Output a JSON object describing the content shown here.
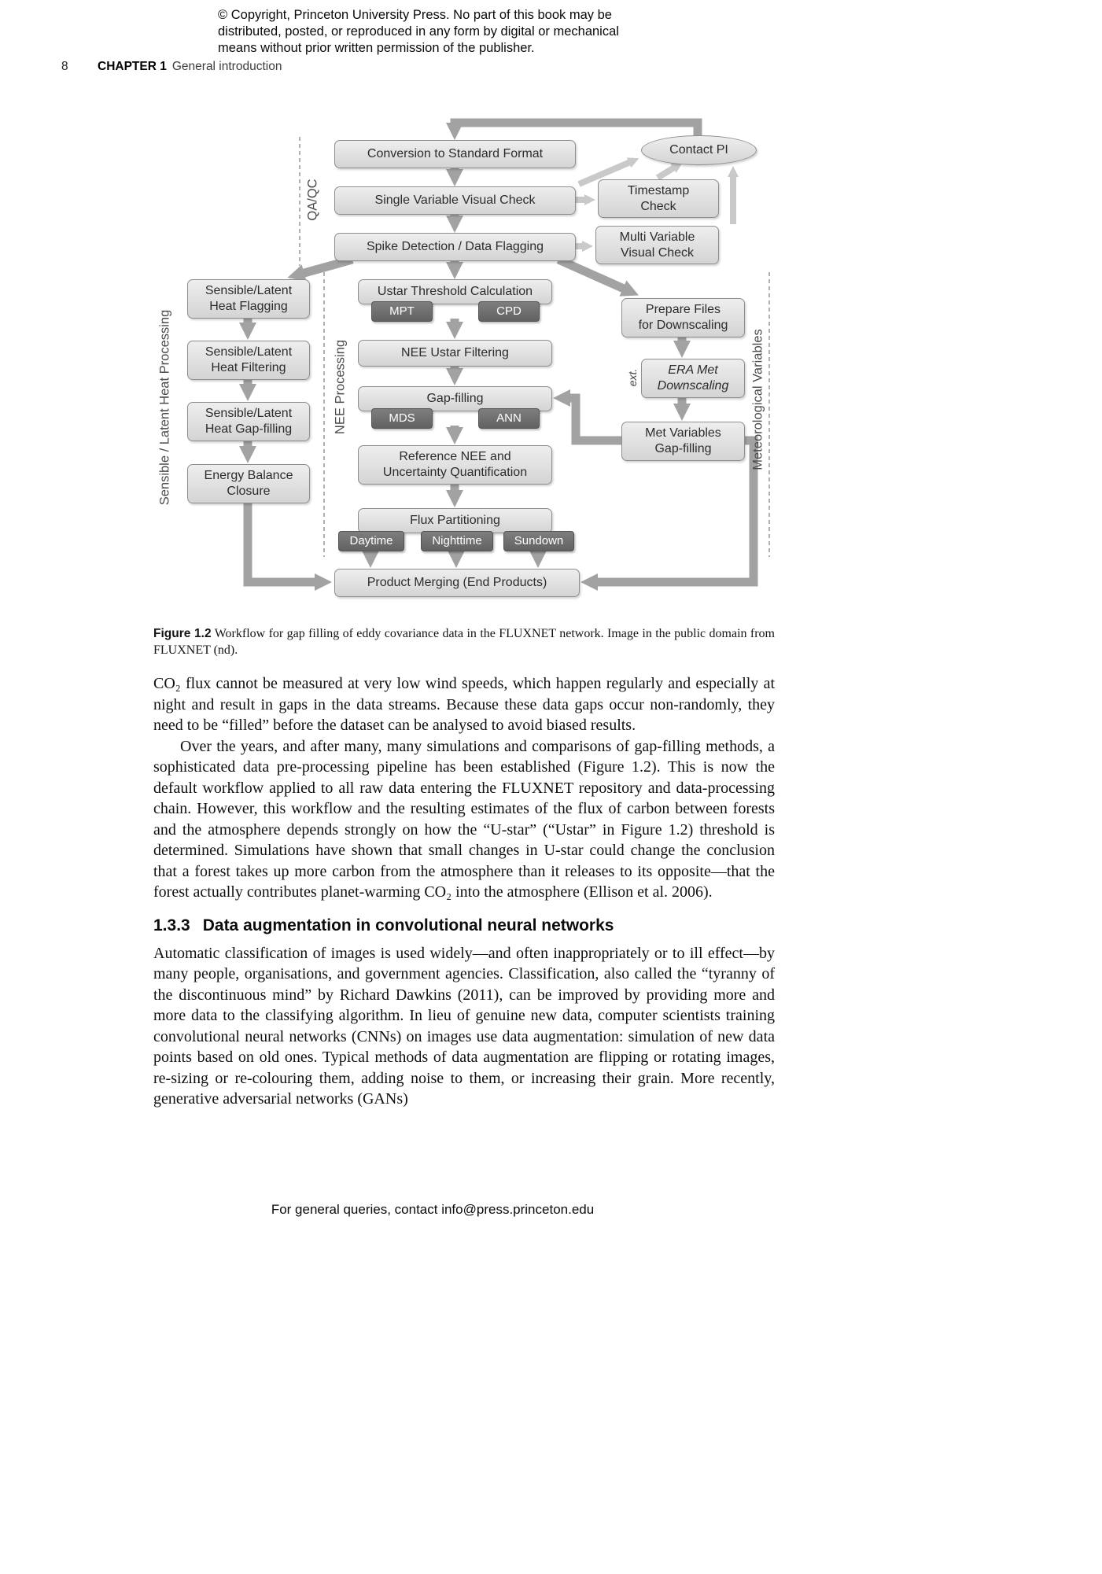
{
  "page": {
    "copyright_lines": [
      "© Copyright, Princeton University Press. No part of this book may be",
      "distributed, posted, or reproduced in any form by digital or mechanical",
      "means without prior written permission of the publisher."
    ],
    "number": "8",
    "chapter_label": "CHAPTER 1",
    "chapter_title": "General introduction",
    "footer": "For general queries, contact info@press.princeton.edu"
  },
  "figure": {
    "caption_label": "Figure 1.2",
    "caption_text": "Workflow for gap filling of eddy covariance data in the FLUXNET network. Image in the public domain from FLUXNET (nd).",
    "colors": {
      "box_fill": "#e3e3e3",
      "box_border": "#8e8e8e",
      "dark_box_fill": "#6c6c6c",
      "thick_arrow": "#a2a2a2",
      "light_arrow": "#c9c9c9"
    },
    "nodes": {
      "conversion": "Conversion to Standard Format",
      "contact_pi": "Contact PI",
      "single_visual": "Single Variable Visual Check",
      "timestamp": "Timestamp\nCheck",
      "spike": "Spike Detection / Data Flagging",
      "multi_visual": "Multi Variable\nVisual Check",
      "qaqc": "QA/QC",
      "slh_processing": "Sensible / Latent Heat Processing",
      "slh_flagging": "Sensible/Latent\nHeat Flagging",
      "slh_filtering": "Sensible/Latent\nHeat Filtering",
      "slh_gapfilling": "Sensible/Latent\nHeat Gap-filling",
      "energy_balance": "Energy Balance\nClosure",
      "nee_processing": "NEE Processing",
      "ustar_threshold": "Ustar Threshold Calculation",
      "mpt": "MPT",
      "cpd": "CPD",
      "nee_ustar": "NEE Ustar Filtering",
      "gap_filling": "Gap-filling",
      "mds": "MDS",
      "ann": "ANN",
      "reference_nee": "Reference NEE and\nUncertainty Quantification",
      "flux_partitioning": "Flux Partitioning",
      "daytime": "Daytime",
      "nighttime": "Nighttime",
      "sundown": "Sundown",
      "met_variables_label": "Meteorological Variables",
      "prepare_files": "Prepare Files\nfor Downscaling",
      "ext": "ext.",
      "era_met": "ERA Met\nDownscaling",
      "met_gapfilling": "Met Variables\nGap-filling",
      "product_merging": "Product Merging (End Products)"
    }
  },
  "content": {
    "para1": "CO₂ flux cannot be measured at very low wind speeds, which happen regularly and especially at night and result in gaps in the data streams. Because these data gaps occur non-randomly, they need to be “filled” before the dataset can be analysed to avoid biased results.",
    "para2": "Over the years, and after many, many simulations and comparisons of gap-filling methods, a sophisticated data pre-processing pipeline has been established (Figure 1.2). This is now the default workflow applied to all raw data entering the FLUXNET repository and data-processing chain. However, this workflow and the resulting estimates of the flux of carbon between forests and the atmosphere depends strongly on how the “U-star” (“Ustar” in Figure 1.2) threshold is determined. Simulations have shown that small changes in U-star could change the conclusion that a forest takes up more carbon from the atmosphere than it releases to its opposite—that the forest actually contributes planet-warming CO₂ into the atmosphere (Ellison et al. 2006).",
    "section_number": "1.3.3",
    "section_title": "Data augmentation in convolutional neural networks",
    "para3": "Automatic classification of images is used widely—and often inappropriately or to ill effect—by many people, organisations, and government agencies. Classification, also called the “tyranny of the discontinuous mind” by Richard Dawkins (2011), can be improved by providing more and more data to the classifying algorithm. In lieu of genuine new data, computer scientists training convolutional neural networks (CNNs) on images use data augmentation: simulation of new data points based on old ones. Typical methods of data augmentation are flipping or rotating images, re-sizing or re-colouring them, adding noise to them, or increasing their grain. More recently, generative adversarial networks (GANs)"
  }
}
